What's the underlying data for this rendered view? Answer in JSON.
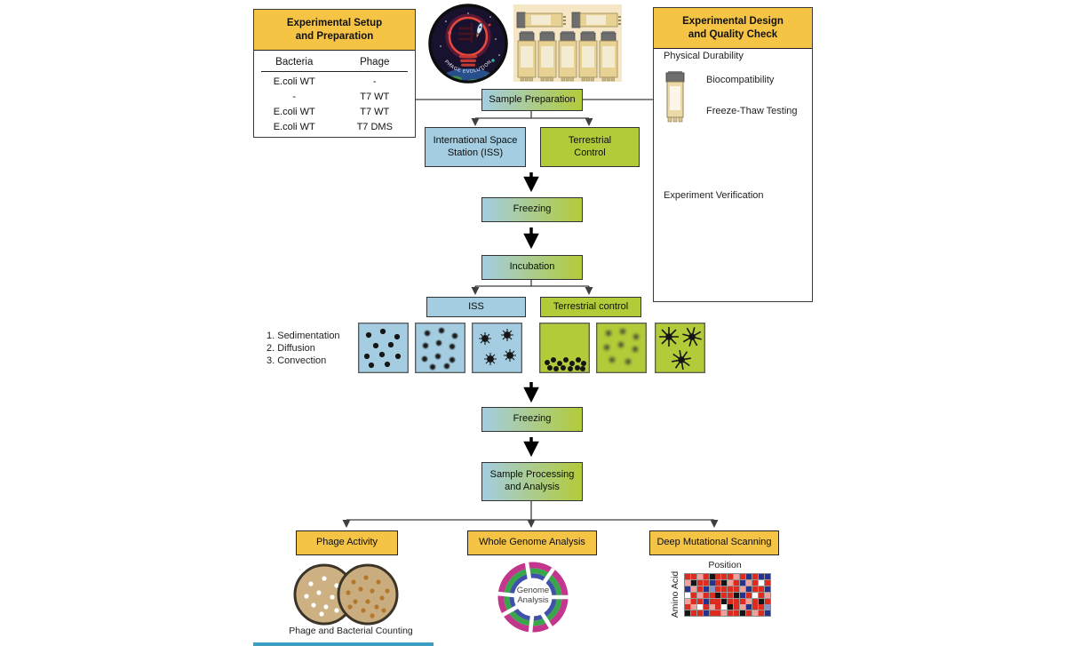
{
  "colors": {
    "accent_yellow": "#f6c445",
    "iss_blue": "#a4cde1",
    "terrestrial_green": "#b2cb39",
    "curve_light_green": "#c3d44f",
    "curve_dark_green": "#3fae49",
    "asterisk_red": "#e2574c",
    "genome_ring_outer": "#c2368d",
    "genome_ring_middle": "#3aa64a",
    "genome_ring_inner": "#3f51a8"
  },
  "setup_box": {
    "title": "Experimental Setup\nand Preparation",
    "columns": [
      "Bacteria",
      "Phage"
    ],
    "rows": [
      [
        "E.coli WT",
        "-"
      ],
      [
        "-",
        "T7 WT"
      ],
      [
        "E.coli WT",
        "T7 WT"
      ],
      [
        "E.coli WT",
        "T7 DMS"
      ]
    ]
  },
  "patch": {
    "caption": "PHAGE EVOLUTION"
  },
  "design_box": {
    "title": "Experimental Design\nand Quality Check",
    "physical_durability": "Physical Durability",
    "biocompatibility": "Biocompatibility",
    "freeze_thaw": "Freeze-Thaw Testing",
    "experiment_verification": "Experiment Verification"
  },
  "flow": {
    "sample_preparation": "Sample Preparation",
    "iss_full": "International Space\nStation (ISS)",
    "terrestrial_control": "Terrestrial\nControl",
    "freezing_1": "Freezing",
    "incubation": "Incubation",
    "iss_short": "ISS",
    "terrestrial_control_2": "Terrestrial control",
    "freezing_2": "Freezing",
    "sample_processing": "Sample Processing\nand Analysis"
  },
  "transport_mechanisms": [
    "1. Sedimentation",
    "2. Diffusion",
    "3. Convection"
  ],
  "analyses": {
    "phage_activity": "Phage Activity",
    "whole_genome": "Whole Genome Analysis",
    "deep_mutational": "Deep Mutational Scanning"
  },
  "bottom": {
    "counting_label": "Phage and Bacterial Counting",
    "genome_label": "Genome\nAnalysis",
    "heatmap": {
      "xlabel": "Position",
      "ylabel": "Amino Acid",
      "palette": {
        "r": "#dd2b20",
        "p": "#f0a19b",
        "b": "#25338f",
        "l": "#8394cd",
        "k": "#141414",
        "w": "#ffffff"
      },
      "grid": [
        "rrprkrrrprbrbb",
        "pkrrbrkprbprwr",
        "bprblrrrrpbrrb",
        "wrprrkrrkbrwrp",
        "prrbrrkrrrprkr",
        "rpwrprwkrpbrrl",
        "krrbrrprrkrprb"
      ]
    }
  }
}
